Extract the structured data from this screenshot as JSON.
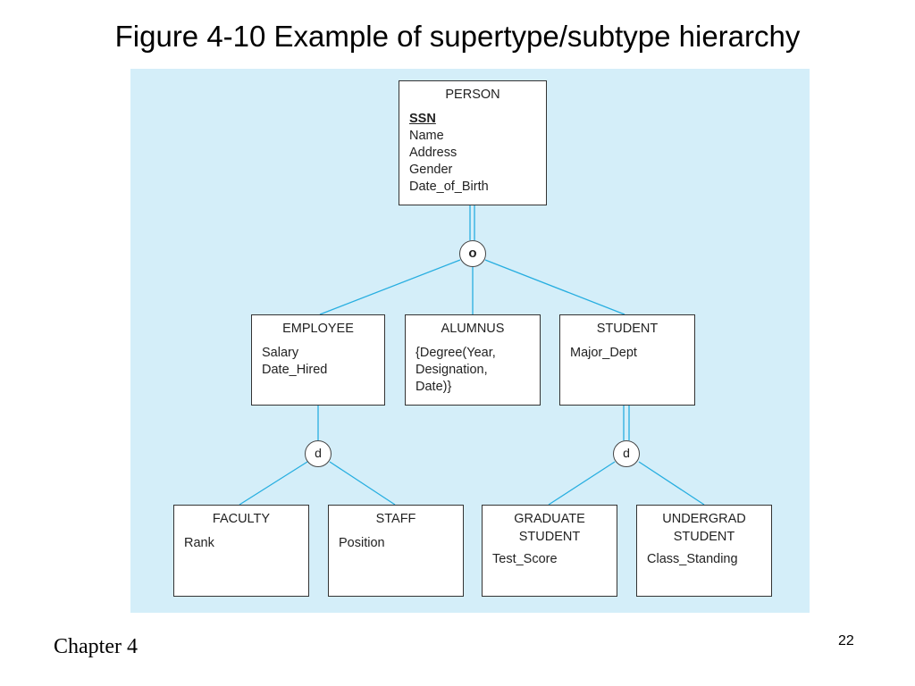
{
  "slide": {
    "title": "Figure 4-10 Example of supertype/subtype hierarchy",
    "footer_label": "Chapter 4",
    "page_number": "22"
  },
  "colors": {
    "canvas_background": "#d4eef9",
    "connector_line": "#27aee0",
    "box_border": "#333333"
  },
  "diagram": {
    "person": {
      "title": "PERSON",
      "attributes": [
        "SSN",
        "Name",
        "Address",
        "Gender",
        "Date_of_Birth"
      ],
      "key_attribute": "SSN"
    },
    "person_constraint": "o",
    "employee": {
      "title": "EMPLOYEE",
      "attributes": [
        "Salary",
        "Date_Hired"
      ]
    },
    "alumnus": {
      "title": "ALUMNUS",
      "attributes": [
        "{Degree(Year,",
        "Designation,",
        "Date)}"
      ]
    },
    "student": {
      "title": "STUDENT",
      "attributes": [
        "Major_Dept"
      ]
    },
    "employee_constraint": "d",
    "student_constraint": "d",
    "faculty": {
      "title": "FACULTY",
      "attributes": [
        "Rank"
      ]
    },
    "staff": {
      "title": "STAFF",
      "attributes": [
        "Position"
      ]
    },
    "graduate_student": {
      "title_line1": "GRADUATE",
      "title_line2": "STUDENT",
      "attributes": [
        "Test_Score"
      ]
    },
    "undergrad_student": {
      "title_line1": "UNDERGRAD",
      "title_line2": "STUDENT",
      "attributes": [
        "Class_Standing"
      ]
    }
  }
}
